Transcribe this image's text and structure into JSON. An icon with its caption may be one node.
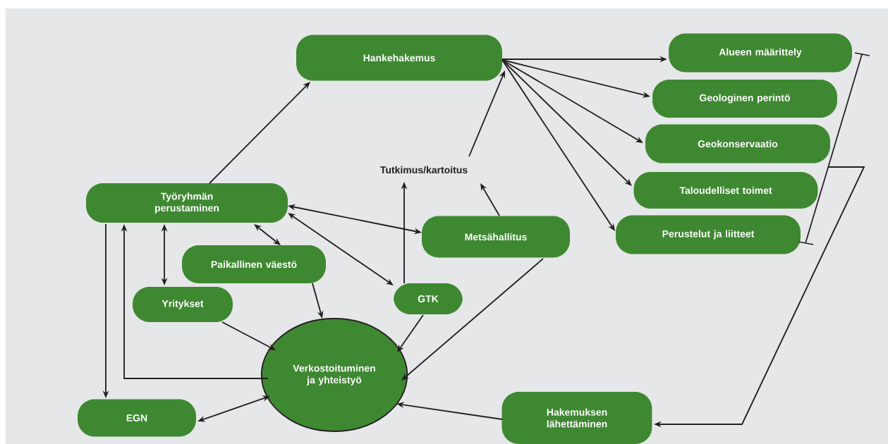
{
  "diagram": {
    "nodes": [
      {
        "text": [
          "Hankehakemus"
        ]
      },
      {
        "text": [
          "Alueen määrittely"
        ]
      },
      {
        "text": [
          "Geologinen perintö"
        ]
      },
      {
        "text": [
          "Geokonservaatio"
        ]
      },
      {
        "text": [
          "Taloudelliset toimet"
        ]
      },
      {
        "text": [
          "Perustelut ja liitteet"
        ]
      },
      {
        "text": [
          "Tutkimus/kartoitus"
        ]
      },
      {
        "text": [
          "Työryhmän perustaminen"
        ]
      },
      {
        "text": [
          "Metsähallitus"
        ]
      },
      {
        "text": [
          "Paikallinen väestö"
        ]
      },
      {
        "text": [
          "Yritykset"
        ]
      },
      {
        "text": [
          "GTK"
        ]
      },
      {
        "text": [
          "Verkostoituminen ja yhteistyö"
        ]
      },
      {
        "text": [
          "EGN"
        ]
      },
      {
        "text": [
          "Hakemuksen lähettäminen"
        ]
      },
      {
        "text": [],
        "shape": "bracket"
      }
    ],
    "edges": [
      {
        "from": 7,
        "to": 0,
        "arrow": "to"
      },
      {
        "from": 0,
        "to": 1,
        "arrow": "to"
      },
      {
        "from": 0,
        "to": 2,
        "arrow": "to"
      },
      {
        "from": 0,
        "to": 3,
        "arrow": "to"
      },
      {
        "from": 0,
        "to": 4,
        "arrow": "to"
      },
      {
        "from": 0,
        "to": 5,
        "arrow": "to"
      },
      {
        "from": 6,
        "to": 0,
        "arrow": "to"
      },
      {
        "from": 11,
        "to": 6,
        "arrow": "to"
      },
      {
        "from": 8,
        "to": 6,
        "arrow": "to"
      },
      {
        "from": 7,
        "to": 8,
        "arrow": "both"
      },
      {
        "from": 7,
        "to": 11,
        "arrow": "both"
      },
      {
        "from": 7,
        "to": 9,
        "arrow": "both"
      },
      {
        "from": 7,
        "to": 10,
        "arrow": "both"
      },
      {
        "from": 7,
        "to": 13,
        "arrow": "to"
      },
      {
        "from": 12,
        "to": 7,
        "arrow": "to"
      },
      {
        "from": 9,
        "to": 12,
        "arrow": "to"
      },
      {
        "from": 10,
        "to": 12,
        "arrow": "to"
      },
      {
        "from": 11,
        "to": 12,
        "arrow": "to"
      },
      {
        "from": 8,
        "to": 12,
        "arrow": "to"
      },
      {
        "from": 13,
        "to": 12,
        "arrow": "both"
      },
      {
        "from": 14,
        "to": 12,
        "arrow": "to"
      },
      {
        "from": 15,
        "to": 14,
        "arrow": "to"
      }
    ]
  }
}
